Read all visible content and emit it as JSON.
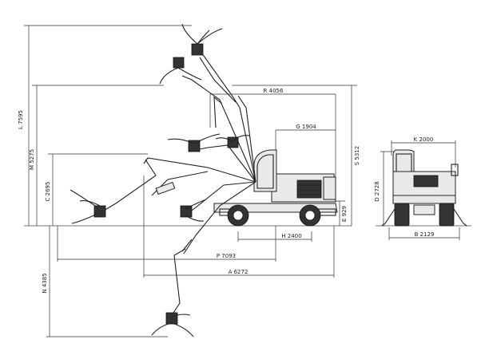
{
  "dimensions": {
    "L": "L 7595",
    "M": "M 5275",
    "C": "C 2695",
    "N": "N 4385",
    "R": "R 4056",
    "G": "G 1904",
    "S": "S 5312",
    "E": "E 929",
    "H": "H 2400",
    "P": "P 7093",
    "A": "A 6272",
    "K": "K 2000",
    "D": "D 2728",
    "B": "B 2129"
  },
  "colors": {
    "line": "#222222",
    "body_fill": "#e9e9e9",
    "dark_parts": "#333333"
  }
}
